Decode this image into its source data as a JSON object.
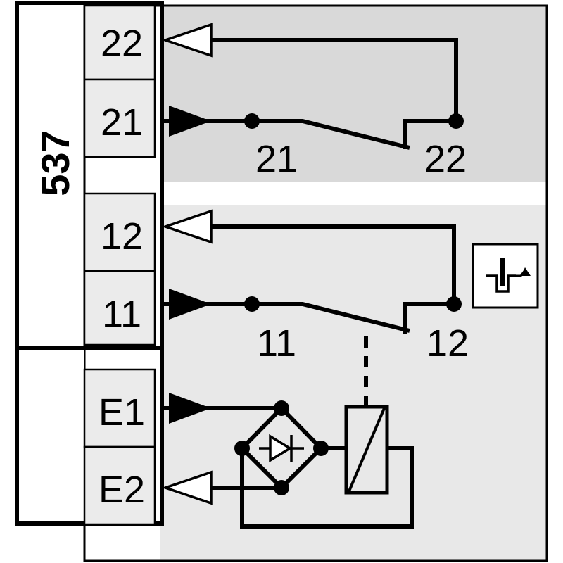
{
  "part_number": "537",
  "terminals": {
    "t22": "22",
    "t21": "21",
    "t12": "12",
    "t11": "11",
    "e1": "E1",
    "e2": "E2"
  },
  "contact_labels": {
    "upper_common": "21",
    "upper_contact": "22",
    "lower_common": "11",
    "lower_contact": "12"
  },
  "symbol": "locking-actuator-icon",
  "colors": {
    "upper_band": "#d9d9d9",
    "lower_band": "#e8e8e8",
    "terminal_fill": "#ebebeb",
    "line": "#000000"
  }
}
